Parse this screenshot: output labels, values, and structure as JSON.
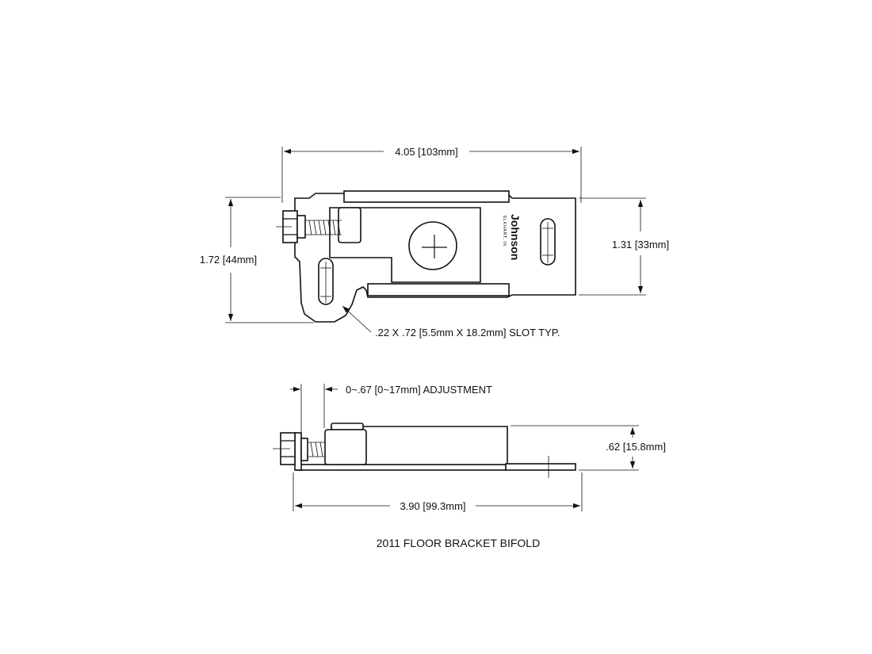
{
  "drawing": {
    "title": "2011 FLOOR BRACKET BIFOLD",
    "logo": {
      "main": "Johnson",
      "sub": "ELKHART, IN"
    },
    "top_view": {
      "overall_length": "4.05 [103mm]",
      "overall_height": "1.72 [44mm]",
      "plate_height": "1.31 [33mm]",
      "slot_note": ".22 X .72 [5.5mm X 18.2mm] SLOT TYP."
    },
    "side_view": {
      "adjustment": "0~.67 [0~17mm] ADJUSTMENT",
      "height": ".62 [15.8mm]",
      "length": "3.90 [99.3mm]"
    }
  }
}
